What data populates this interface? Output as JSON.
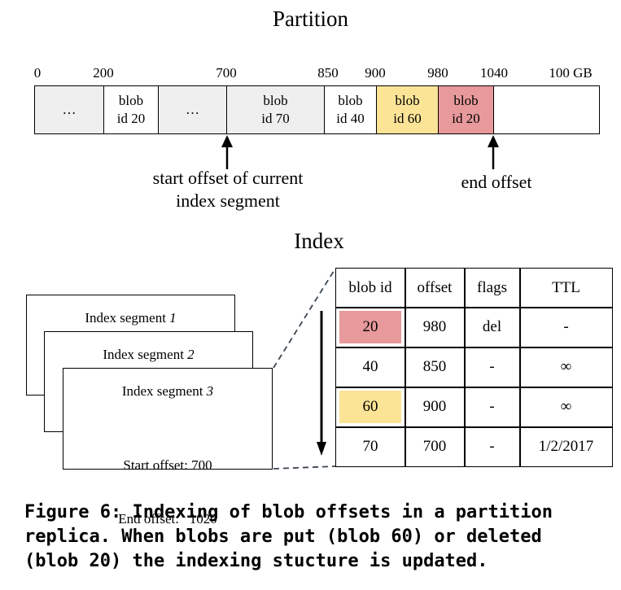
{
  "partition": {
    "title": "Partition",
    "ticks": [
      "0",
      "200",
      "700",
      "850",
      "900",
      "980",
      "1040",
      "100 GB"
    ],
    "cells": [
      {
        "line1": "…",
        "line2": ""
      },
      {
        "line1": "blob",
        "line2": "id 20"
      },
      {
        "line1": "…",
        "line2": ""
      },
      {
        "line1": "blob",
        "line2": "id 70"
      },
      {
        "line1": "blob",
        "line2": "id 40"
      },
      {
        "line1": "blob",
        "line2": "id 60"
      },
      {
        "line1": "blob",
        "line2": "id 20"
      },
      {
        "line1": "",
        "line2": ""
      }
    ],
    "start_label_1": "start offset of current",
    "start_label_2": "index segment",
    "end_label": "end offset",
    "colors": {
      "gray": "#efefef",
      "yellow": "#fce497",
      "red": "#e8999b"
    }
  },
  "index": {
    "title": "Index",
    "segments": [
      {
        "label": "Index segment ",
        "num": "1"
      },
      {
        "label": "Index segment ",
        "num": "2"
      },
      {
        "label": "Index segment ",
        "num": "3"
      }
    ],
    "start_offset": "Start offset: 700",
    "end_offset": "End offset:   1020",
    "table": {
      "headers": [
        "blob id",
        "offset",
        "flags",
        "TTL"
      ],
      "rows": [
        [
          "20",
          "980",
          "del",
          "-"
        ],
        [
          "40",
          "850",
          "-",
          "∞"
        ],
        [
          "60",
          "900",
          "-",
          "∞"
        ],
        [
          "70",
          "700",
          "-",
          "1/2/2017"
        ]
      ]
    }
  },
  "caption": {
    "line1": "Figure 6: Indexing of blob offsets in a partition",
    "line2": "replica. When blobs are put (blob 60) or deleted",
    "line3": "(blob 20) the indexing stucture is updated."
  }
}
